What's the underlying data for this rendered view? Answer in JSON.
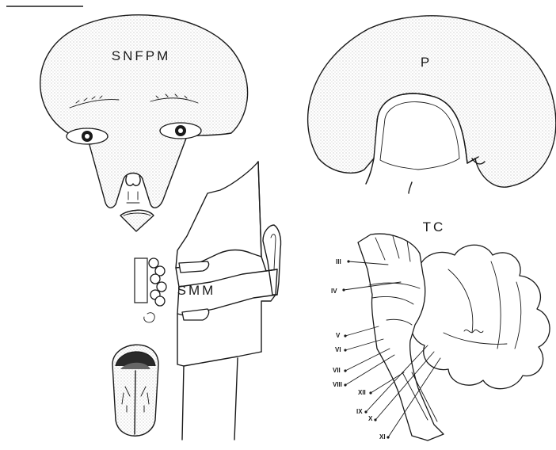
{
  "labels": {
    "snfpm": "SNFPM",
    "p": "P",
    "smm": "SMM",
    "tc": "TC"
  },
  "nerves": [
    "III",
    "IV",
    "V",
    "VI",
    "VII",
    "VIII",
    "XII",
    "IX",
    "X",
    "XI"
  ],
  "colors": {
    "ink": "#1a1a1a",
    "stipple": "#bdbdbd",
    "paper": "#ffffff"
  }
}
